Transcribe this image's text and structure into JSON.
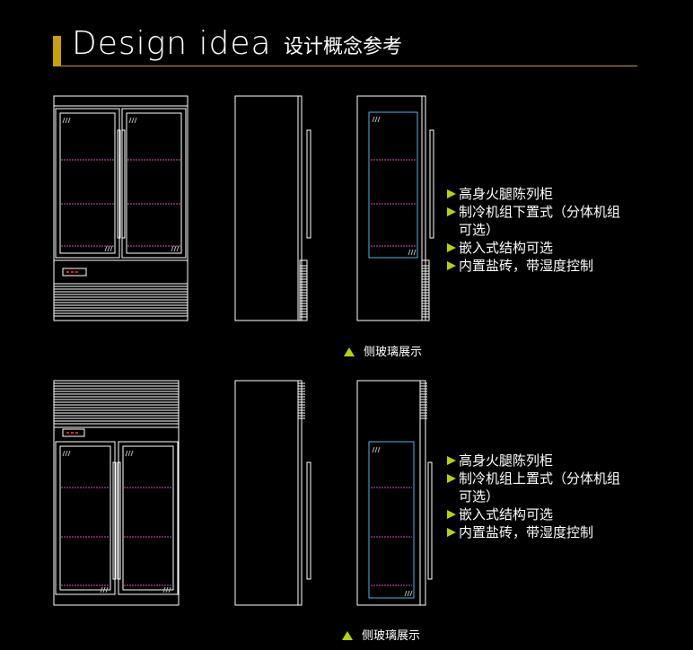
{
  "header": {
    "title_en": "Design idea",
    "title_cn": "设计概念参考",
    "accent_color": "#c8a200"
  },
  "sections": [
    {
      "features": [
        "高身火腿陈列柜",
        "制冷机组下置式（分体机组\n可选）",
        "嵌入式结构可选",
        "内置盐砖，带湿度控制"
      ],
      "caption": "侧玻璃展示"
    },
    {
      "features": [
        "高身火腿陈列柜",
        "制冷机组上置式（分体机组\n可选）",
        "嵌入式结构可选",
        "内置盐砖，带湿度控制"
      ],
      "caption": "侧玻璃展示"
    }
  ],
  "colors": {
    "bullet": "#b8d400",
    "shelf_line": "#d44fb8",
    "glass_line": "#4ab8e0",
    "outline": "#ffffff"
  }
}
